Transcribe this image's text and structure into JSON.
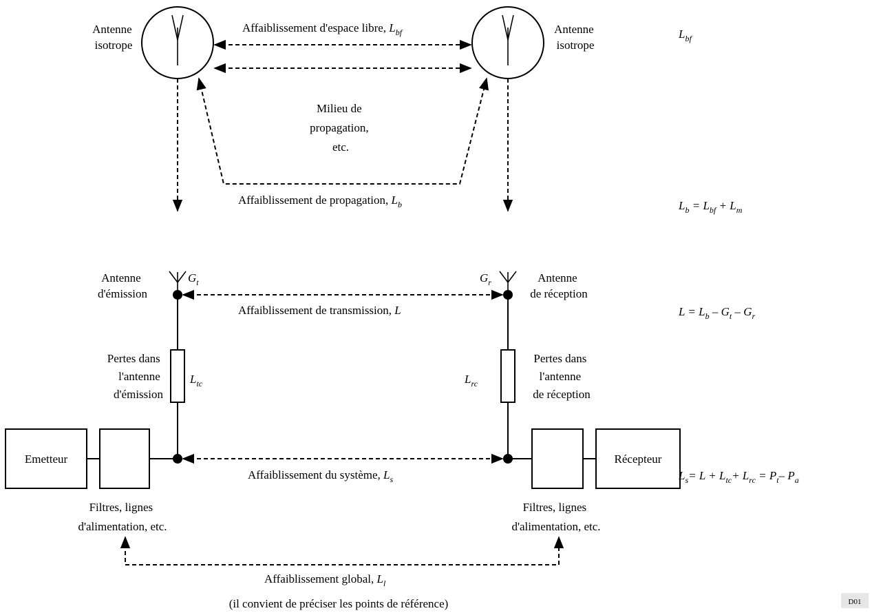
{
  "labels": {
    "antenne_iso_left": [
      "Antenne",
      "isotrope"
    ],
    "antenne_iso_right": [
      "Antenne",
      "isotrope"
    ],
    "free_space": "Affaiblissement d'espace libre, ",
    "free_space_sym": "L",
    "free_space_sub": "bf",
    "milieu": [
      "Milieu de",
      "propagation,",
      "etc."
    ],
    "propagation": "Affaiblissement de propagation, ",
    "propagation_sym": "L",
    "propagation_sub": "b",
    "antenne_tx": [
      "Antenne",
      "d'émission"
    ],
    "antenne_rx": [
      "Antenne",
      "de réception"
    ],
    "gt_sym": "G",
    "gt_sub": "t",
    "gr_sym": "G",
    "gr_sub": "r",
    "transmission": "Affaiblissement de transmission, ",
    "transmission_sym": "L",
    "pertes_tx": [
      "Pertes dans",
      "l'antenne",
      "d'émission"
    ],
    "pertes_rx": [
      "Pertes dans",
      "l'antenne",
      "de réception"
    ],
    "ltc_sym": "L",
    "ltc_sub": "tc",
    "lrc_sym": "L",
    "lrc_sub": "rc",
    "emetteur": "Emetteur",
    "recepteur": "Récepteur",
    "systeme": "Affaiblissement du système, ",
    "systeme_sym": "L",
    "systeme_sub": "s",
    "filtres_left": [
      "Filtres, lignes",
      "d'alimentation, etc."
    ],
    "filtres_right": [
      "Filtres, lignes",
      "d'alimentation, etc."
    ],
    "global": "Affaiblissement global, ",
    "global_sym": "L",
    "global_sub": "l",
    "reference": "(il convient de préciser les points de référence)",
    "figure_code": "D01"
  },
  "equations": {
    "eq1": "Lbf",
    "eq2": "Lb = Lbf + Lm",
    "eq3": "L = Lb – Gt – Gr",
    "eq4": "Ls= L + Ltc+ Lrc = Pt– Pa"
  }
}
